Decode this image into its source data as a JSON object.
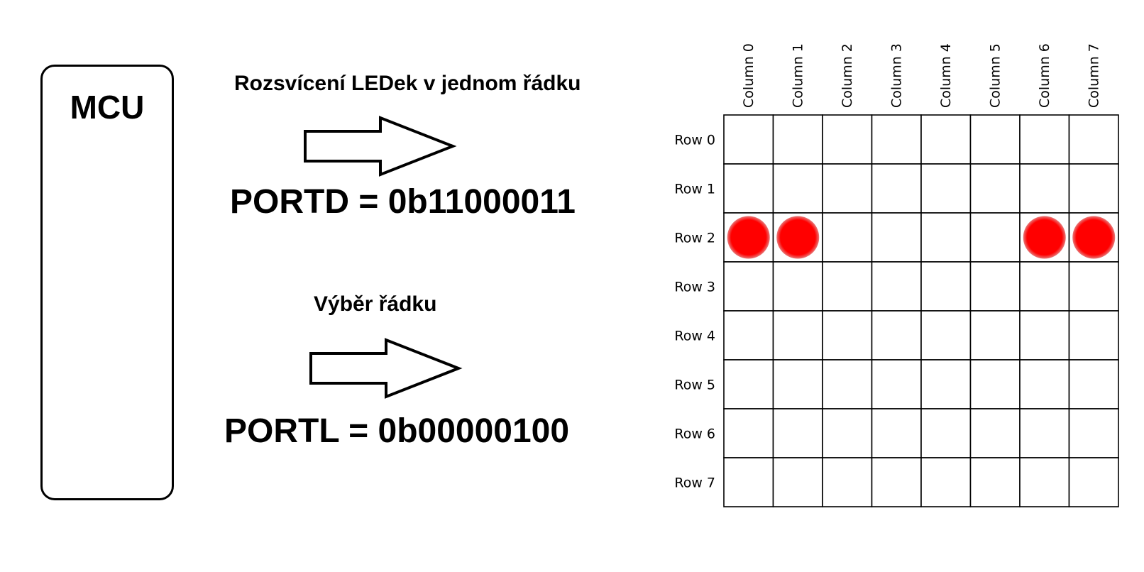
{
  "mcu": {
    "label": "MCU"
  },
  "row_drive": {
    "heading": "Rozsvícení LEDek v jednom řádku",
    "register": "PORTD = 0b11000011"
  },
  "row_select": {
    "heading": "Výběr řádku",
    "register": "PORTL = 0b00000100"
  },
  "matrix": {
    "columns": [
      "Column 0",
      "Column 1",
      "Column 2",
      "Column 3",
      "Column 4",
      "Column 5",
      "Column 6",
      "Column 7"
    ],
    "rows": [
      "Row 0",
      "Row 1",
      "Row 2",
      "Row 3",
      "Row 4",
      "Row 5",
      "Row 6",
      "Row 7"
    ],
    "lit_leds": [
      {
        "row": 2,
        "col": 0
      },
      {
        "row": 2,
        "col": 1
      },
      {
        "row": 2,
        "col": 6
      },
      {
        "row": 2,
        "col": 7
      }
    ],
    "led_color": "#ff0000",
    "grid_color": "#000000"
  }
}
